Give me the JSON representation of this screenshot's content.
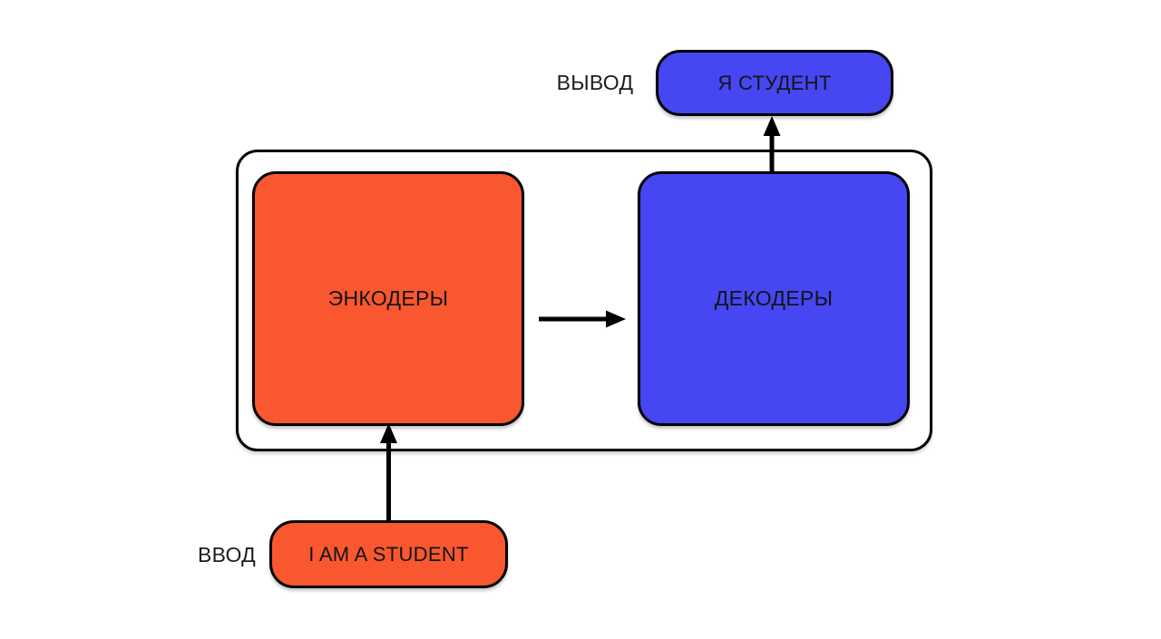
{
  "diagram": {
    "type": "flow-diagram",
    "topic": "encoder-decoder sequence model",
    "labels": {
      "output": "ВЫВОД",
      "input": "ВВОД"
    },
    "nodes": {
      "output_box": {
        "text": "Я СТУДЕНТ",
        "fill": "blue"
      },
      "encoders": {
        "text": "ЭНКОДЕРЫ",
        "fill": "orange"
      },
      "decoders": {
        "text": "ДЕКОДЕРЫ",
        "fill": "blue"
      },
      "input_box": {
        "text": "I AM A STUDENT",
        "fill": "orange"
      }
    },
    "arrows": [
      {
        "name": "input-to-encoders",
        "from": "input_box",
        "to": "encoders",
        "direction": "up"
      },
      {
        "name": "encoders-to-decoders",
        "from": "encoders",
        "to": "decoders",
        "direction": "right"
      },
      {
        "name": "decoders-to-output",
        "from": "decoders",
        "to": "output_box",
        "direction": "up"
      }
    ],
    "colors": {
      "orange": "#F9572F",
      "blue": "#4646F2",
      "stroke": "#000000",
      "text": "#1d1d1d",
      "background": "#FFFFFF"
    }
  }
}
